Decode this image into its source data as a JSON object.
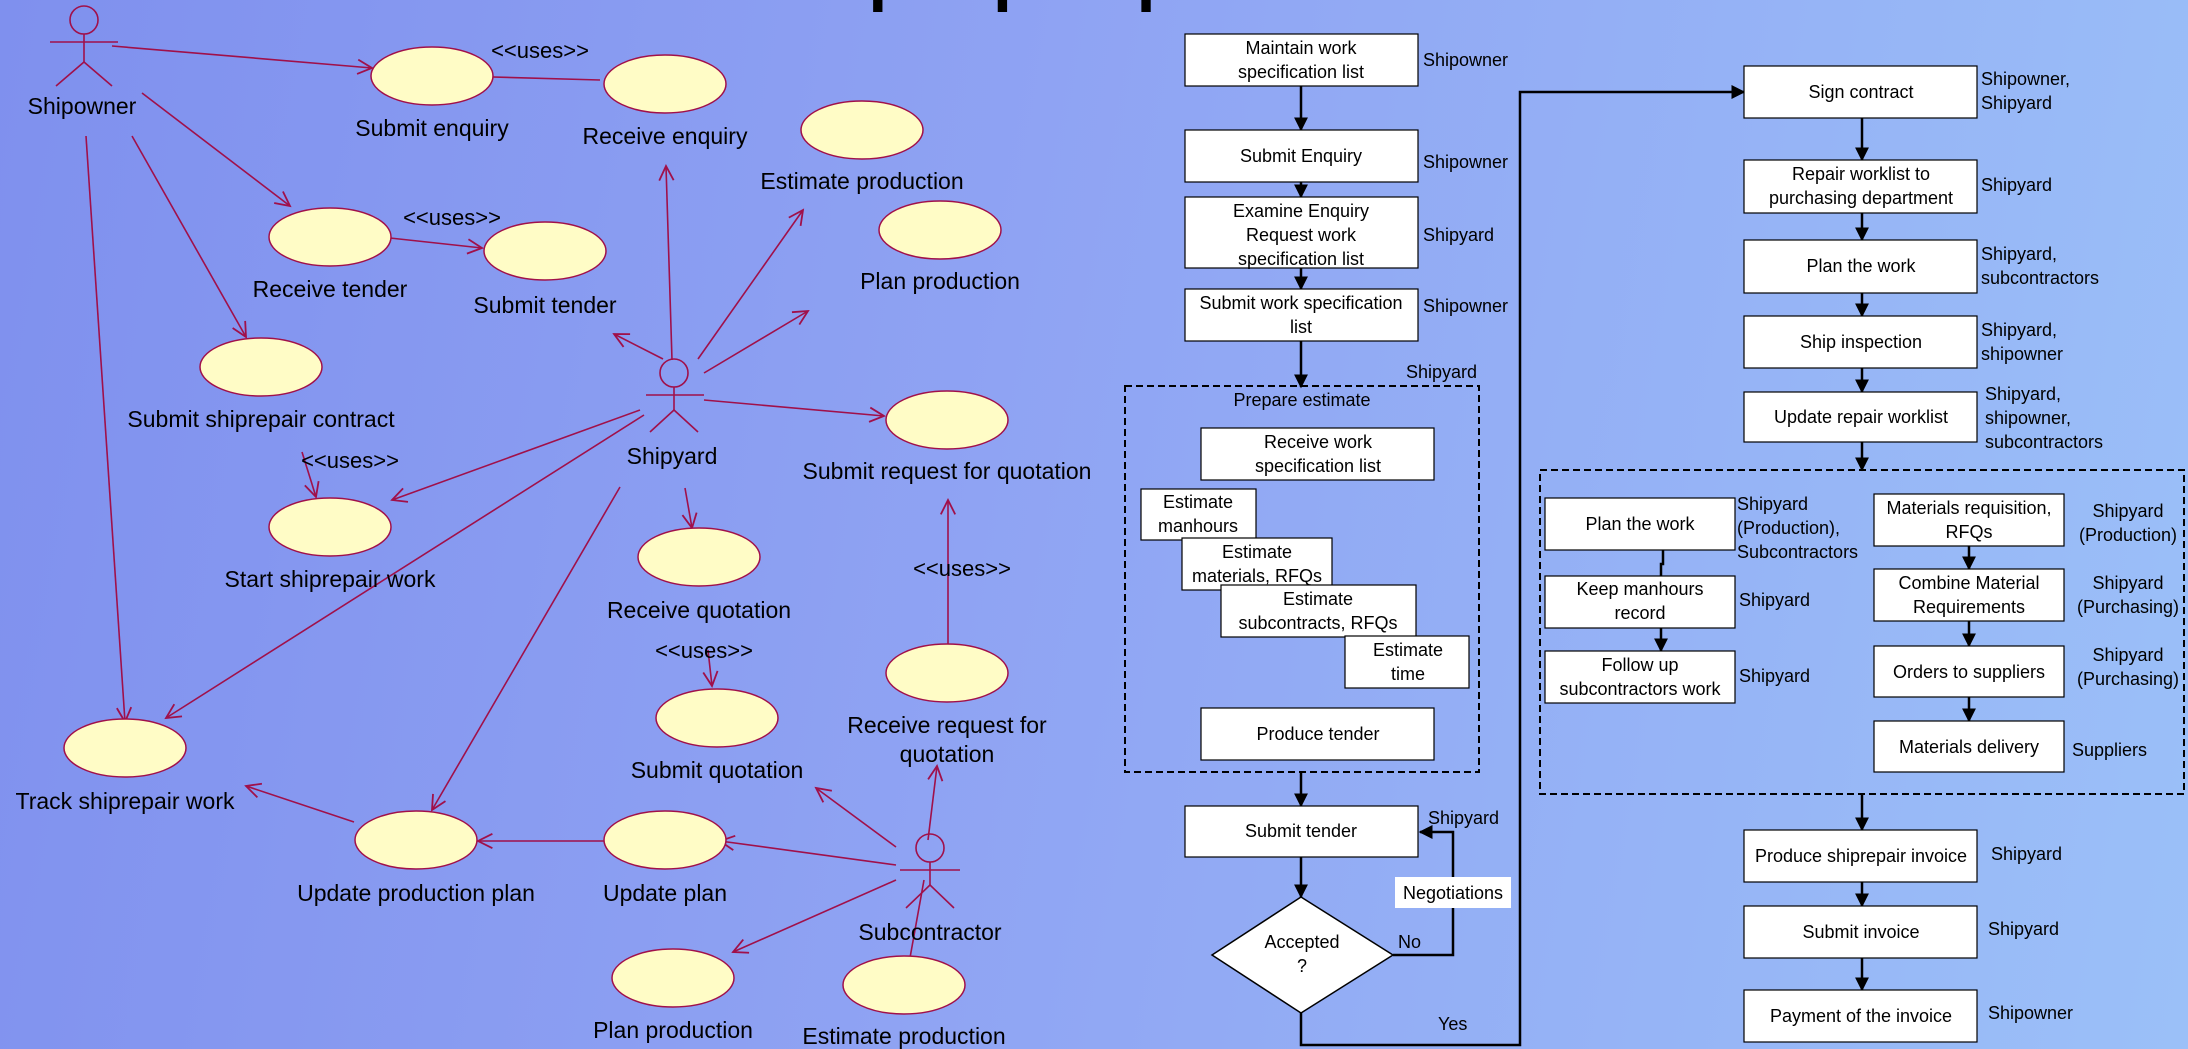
{
  "title": "Ship repair process",
  "use_case_diagram": {
    "actors": {
      "shipowner": "Shipowner",
      "shipyard": "Shipyard",
      "subcontractor": "Subcontractor"
    },
    "use_cases": {
      "submit_enquiry": "Submit enquiry",
      "receive_enquiry": "Receive enquiry",
      "estimate_production_top": "Estimate production",
      "plan_production_top": "Plan production",
      "receive_tender": "Receive tender",
      "submit_tender": "Submit tender",
      "submit_shiprepair_contract": "Submit shiprepair contract",
      "start_shiprepair_work": "Start shiprepair work",
      "submit_request_for_quotation": "Submit request for quotation",
      "receive_quotation": "Receive quotation",
      "submit_quotation": "Submit quotation",
      "receive_request_for_quotation_line1": "Receive request for",
      "receive_request_for_quotation_line2": "quotation",
      "track_shiprepair_work": "Track shiprepair work",
      "update_production_plan": "Update production plan",
      "update_plan": "Update plan",
      "plan_production_bottom": "Plan production",
      "estimate_production_bottom": "Estimate production"
    },
    "uses_label": "<<uses>>"
  },
  "flowchart": {
    "steps": {
      "maintain_1": "Maintain work",
      "maintain_2": "specification list",
      "submit_enquiry": "Submit Enquiry",
      "examine_1": "Examine Enquiry",
      "examine_2": "Request work",
      "examine_3": "specification list",
      "submit_spec_1": "Submit work specification",
      "submit_spec_2": "list",
      "submit_tender": "Submit tender",
      "accepted_1": "Accepted",
      "accepted_2": "?"
    },
    "roles": {
      "maintain": "Shipowner",
      "submit_enquiry": "Shipowner",
      "examine": "Shipyard",
      "submit_spec": "Shipowner",
      "prepare": "Shipyard",
      "submit_tender": "Shipyard"
    },
    "prepare_estimate": {
      "title": "Prepare estimate",
      "receive_1": "Receive work",
      "receive_2": "specification list",
      "manhours_1": "Estimate",
      "manhours_2": "manhours",
      "materials_1": "Estimate",
      "materials_2": "materials, RFQs",
      "subcontracts_1": "Estimate",
      "subcontracts_2": "subcontracts, RFQs",
      "time_1": "Estimate",
      "time_2": "time",
      "produce_tender": "Produce tender"
    },
    "negotiations": "Negotiations",
    "no_label": "No",
    "yes_label": "Yes",
    "right_steps": {
      "sign_contract": "Sign contract",
      "repair_worklist_1": "Repair worklist to",
      "repair_worklist_2": "purchasing department",
      "plan_work": "Plan the work",
      "ship_inspection": "Ship inspection",
      "update_repair_worklist": "Update repair worklist",
      "produce_invoice": "Produce shiprepair invoice",
      "submit_invoice": "Submit invoice",
      "payment": "Payment of the invoice"
    },
    "right_roles": {
      "sign_1": "Shipowner,",
      "sign_2": "Shipyard",
      "repair_worklist": "Shipyard",
      "plan_1": "Shipyard,",
      "plan_2": "subcontractors",
      "inspection_1": "Shipyard,",
      "inspection_2": "shipowner",
      "update_1": "Shipyard,",
      "update_2": "shipowner,",
      "update_3": "subcontractors",
      "produce_invoice": "Shipyard",
      "submit_invoice": "Shipyard",
      "payment": "Shipowner"
    },
    "execution": {
      "plan_work": "Plan the work",
      "plan_role_1": "Shipyard",
      "plan_role_2": "(Production),",
      "plan_role_3": "Subcontractors",
      "keep_1": "Keep manhours",
      "keep_2": "record",
      "keep_role": "Shipyard",
      "follow_1": "Follow up",
      "follow_2": "subcontractors work",
      "follow_role": "Shipyard",
      "mat_req_1": "Materials requisition,",
      "mat_req_2": "RFQs",
      "mat_req_role_1": "Shipyard",
      "mat_req_role_2": "(Production)",
      "combine_1": "Combine Material",
      "combine_2": "Requirements",
      "combine_role_1": "Shipyard",
      "combine_role_2": "(Purchasing)",
      "orders": "Orders to suppliers",
      "orders_role_1": "Shipyard",
      "orders_role_2": "(Purchasing)",
      "delivery": "Materials delivery",
      "delivery_role": "Suppliers"
    }
  },
  "colors": {
    "use_case_fill": "#fffcc6",
    "use_case_stroke": "#a0104a",
    "association_line": "#a0104a",
    "flow_line": "#000000",
    "box_fill": "#ffffff"
  }
}
